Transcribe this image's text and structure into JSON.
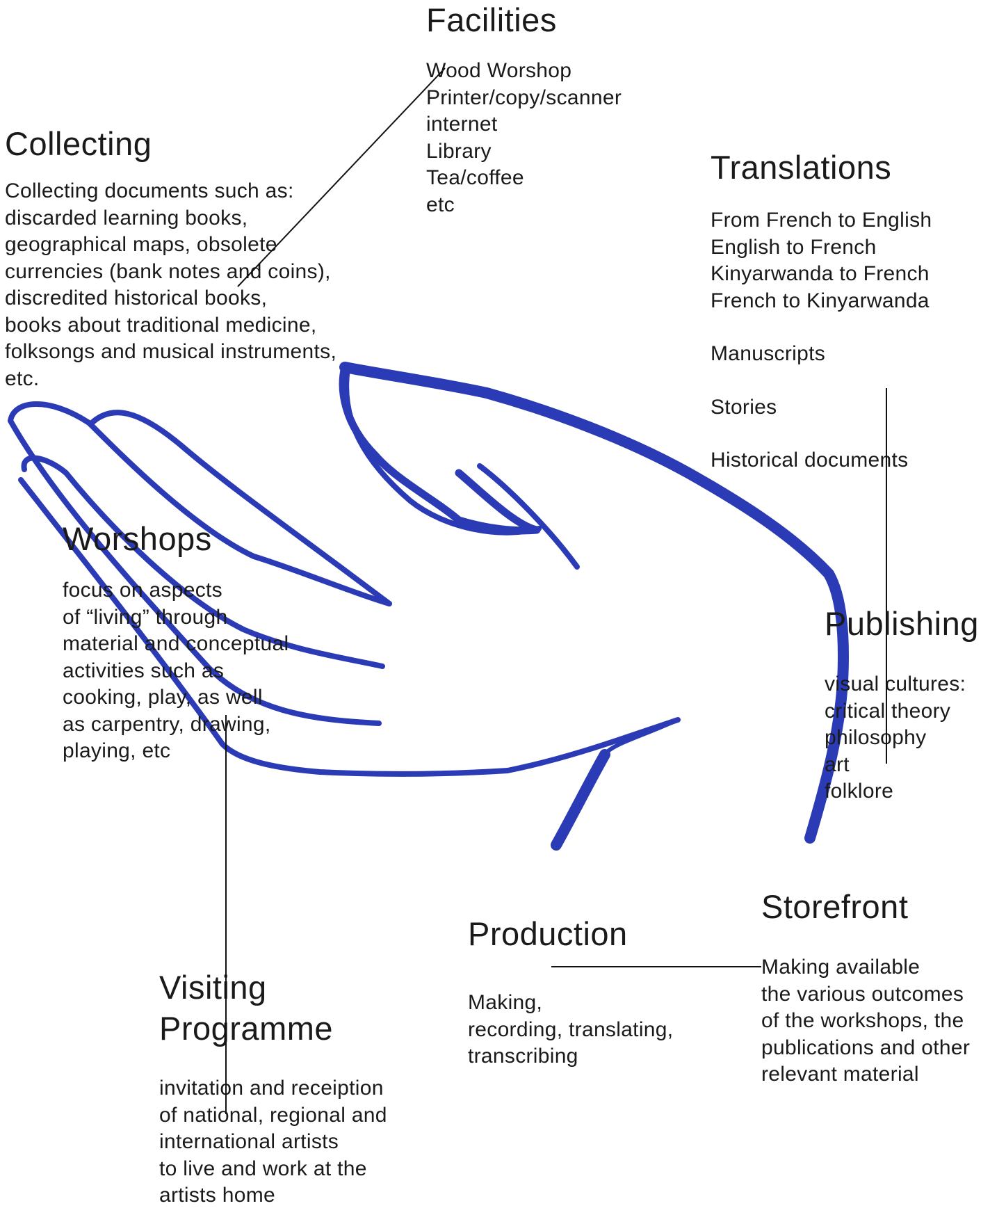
{
  "colors": {
    "hand_stroke": "#2b3bb5",
    "text": "#1a1a1a",
    "connector": "#111111",
    "background": "#ffffff"
  },
  "facilities": {
    "title": "Facilities",
    "items": [
      "Wood Worshop",
      "Printer/copy/scanner",
      "internet",
      "Library",
      "Tea/coffee",
      "etc"
    ]
  },
  "collecting": {
    "title": "Collecting",
    "lines": [
      "Collecting documents such as:",
      "discarded learning books,",
      "geographical maps, obsolete",
      "currencies (bank notes and coins),",
      "discredited historical books,",
      "books about traditional medicine,",
      "folksongs and musical instruments,",
      "etc."
    ]
  },
  "translations": {
    "title": "Translations",
    "items": [
      "From French to English",
      "English to French",
      "Kinyarwanda to French",
      "French to Kinyarwanda"
    ],
    "extras": [
      "Manuscripts",
      "Stories",
      "Historical documents"
    ]
  },
  "workshops": {
    "title": "Worshops",
    "lines": [
      "focus on aspects",
      "of “living” through",
      "material and conceptual",
      "activities such as",
      "cooking, play, as well",
      "as carpentry, drawing,",
      "playing, etc"
    ]
  },
  "publishing": {
    "title": "Publishing",
    "lines": [
      "visual cultures:",
      "critical theory",
      "philosophy",
      "art",
      "folklore"
    ]
  },
  "storefront": {
    "title": "Storefront",
    "lines": [
      "Making available",
      "the various outcomes",
      "of the workshops, the",
      "publications and other",
      "relevant material"
    ]
  },
  "production": {
    "title": "Production",
    "lines": [
      "Making,",
      "recording, translating,",
      "transcribing"
    ]
  },
  "visiting": {
    "title_line1": "Visiting",
    "title_line2": "Programme",
    "lines": [
      "invitation and receiption",
      "of national, regional and",
      "international artists",
      "to live and work at the",
      "artists home"
    ]
  }
}
